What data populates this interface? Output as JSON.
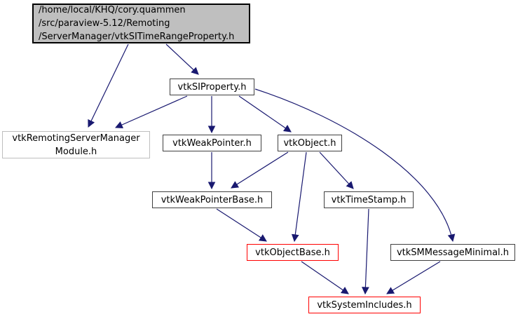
{
  "diagram": {
    "kind": "include-dependency-graph",
    "colors": {
      "edge": "#191970",
      "root_fill": "#bfbfbf",
      "node_border": "#404040",
      "undocumented_border": "#bebebe",
      "truncated_border": "#ff0000",
      "background": "#ffffff"
    },
    "nodes": {
      "root": {
        "label": "/home/local/KHQ/cory.quammen\n/src/paraview-5.12/Remoting\n/ServerManager/vtkSITimeRangeProperty.h"
      },
      "siproperty": {
        "label": "vtkSIProperty.h"
      },
      "remotingmodule": {
        "label": "vtkRemotingServerManager\nModule.h"
      },
      "weakpointer": {
        "label": "vtkWeakPointer.h"
      },
      "object": {
        "label": "vtkObject.h"
      },
      "weakpointerbase": {
        "label": "vtkWeakPointerBase.h"
      },
      "timestamp": {
        "label": "vtkTimeStamp.h"
      },
      "objectbase": {
        "label": "vtkObjectBase.h"
      },
      "smmessageminimal": {
        "label": "vtkSMMessageMinimal.h"
      },
      "systemincludes": {
        "label": "vtkSystemIncludes.h"
      }
    },
    "edges": [
      {
        "from": "root",
        "to": "siproperty"
      },
      {
        "from": "root",
        "to": "remotingmodule"
      },
      {
        "from": "siproperty",
        "to": "remotingmodule"
      },
      {
        "from": "siproperty",
        "to": "weakpointer"
      },
      {
        "from": "siproperty",
        "to": "object"
      },
      {
        "from": "siproperty",
        "to": "smmessageminimal"
      },
      {
        "from": "weakpointer",
        "to": "weakpointerbase"
      },
      {
        "from": "object",
        "to": "weakpointerbase"
      },
      {
        "from": "object",
        "to": "objectbase"
      },
      {
        "from": "object",
        "to": "timestamp"
      },
      {
        "from": "weakpointerbase",
        "to": "objectbase"
      },
      {
        "from": "timestamp",
        "to": "systemincludes"
      },
      {
        "from": "objectbase",
        "to": "systemincludes"
      },
      {
        "from": "smmessageminimal",
        "to": "systemincludes"
      }
    ]
  }
}
